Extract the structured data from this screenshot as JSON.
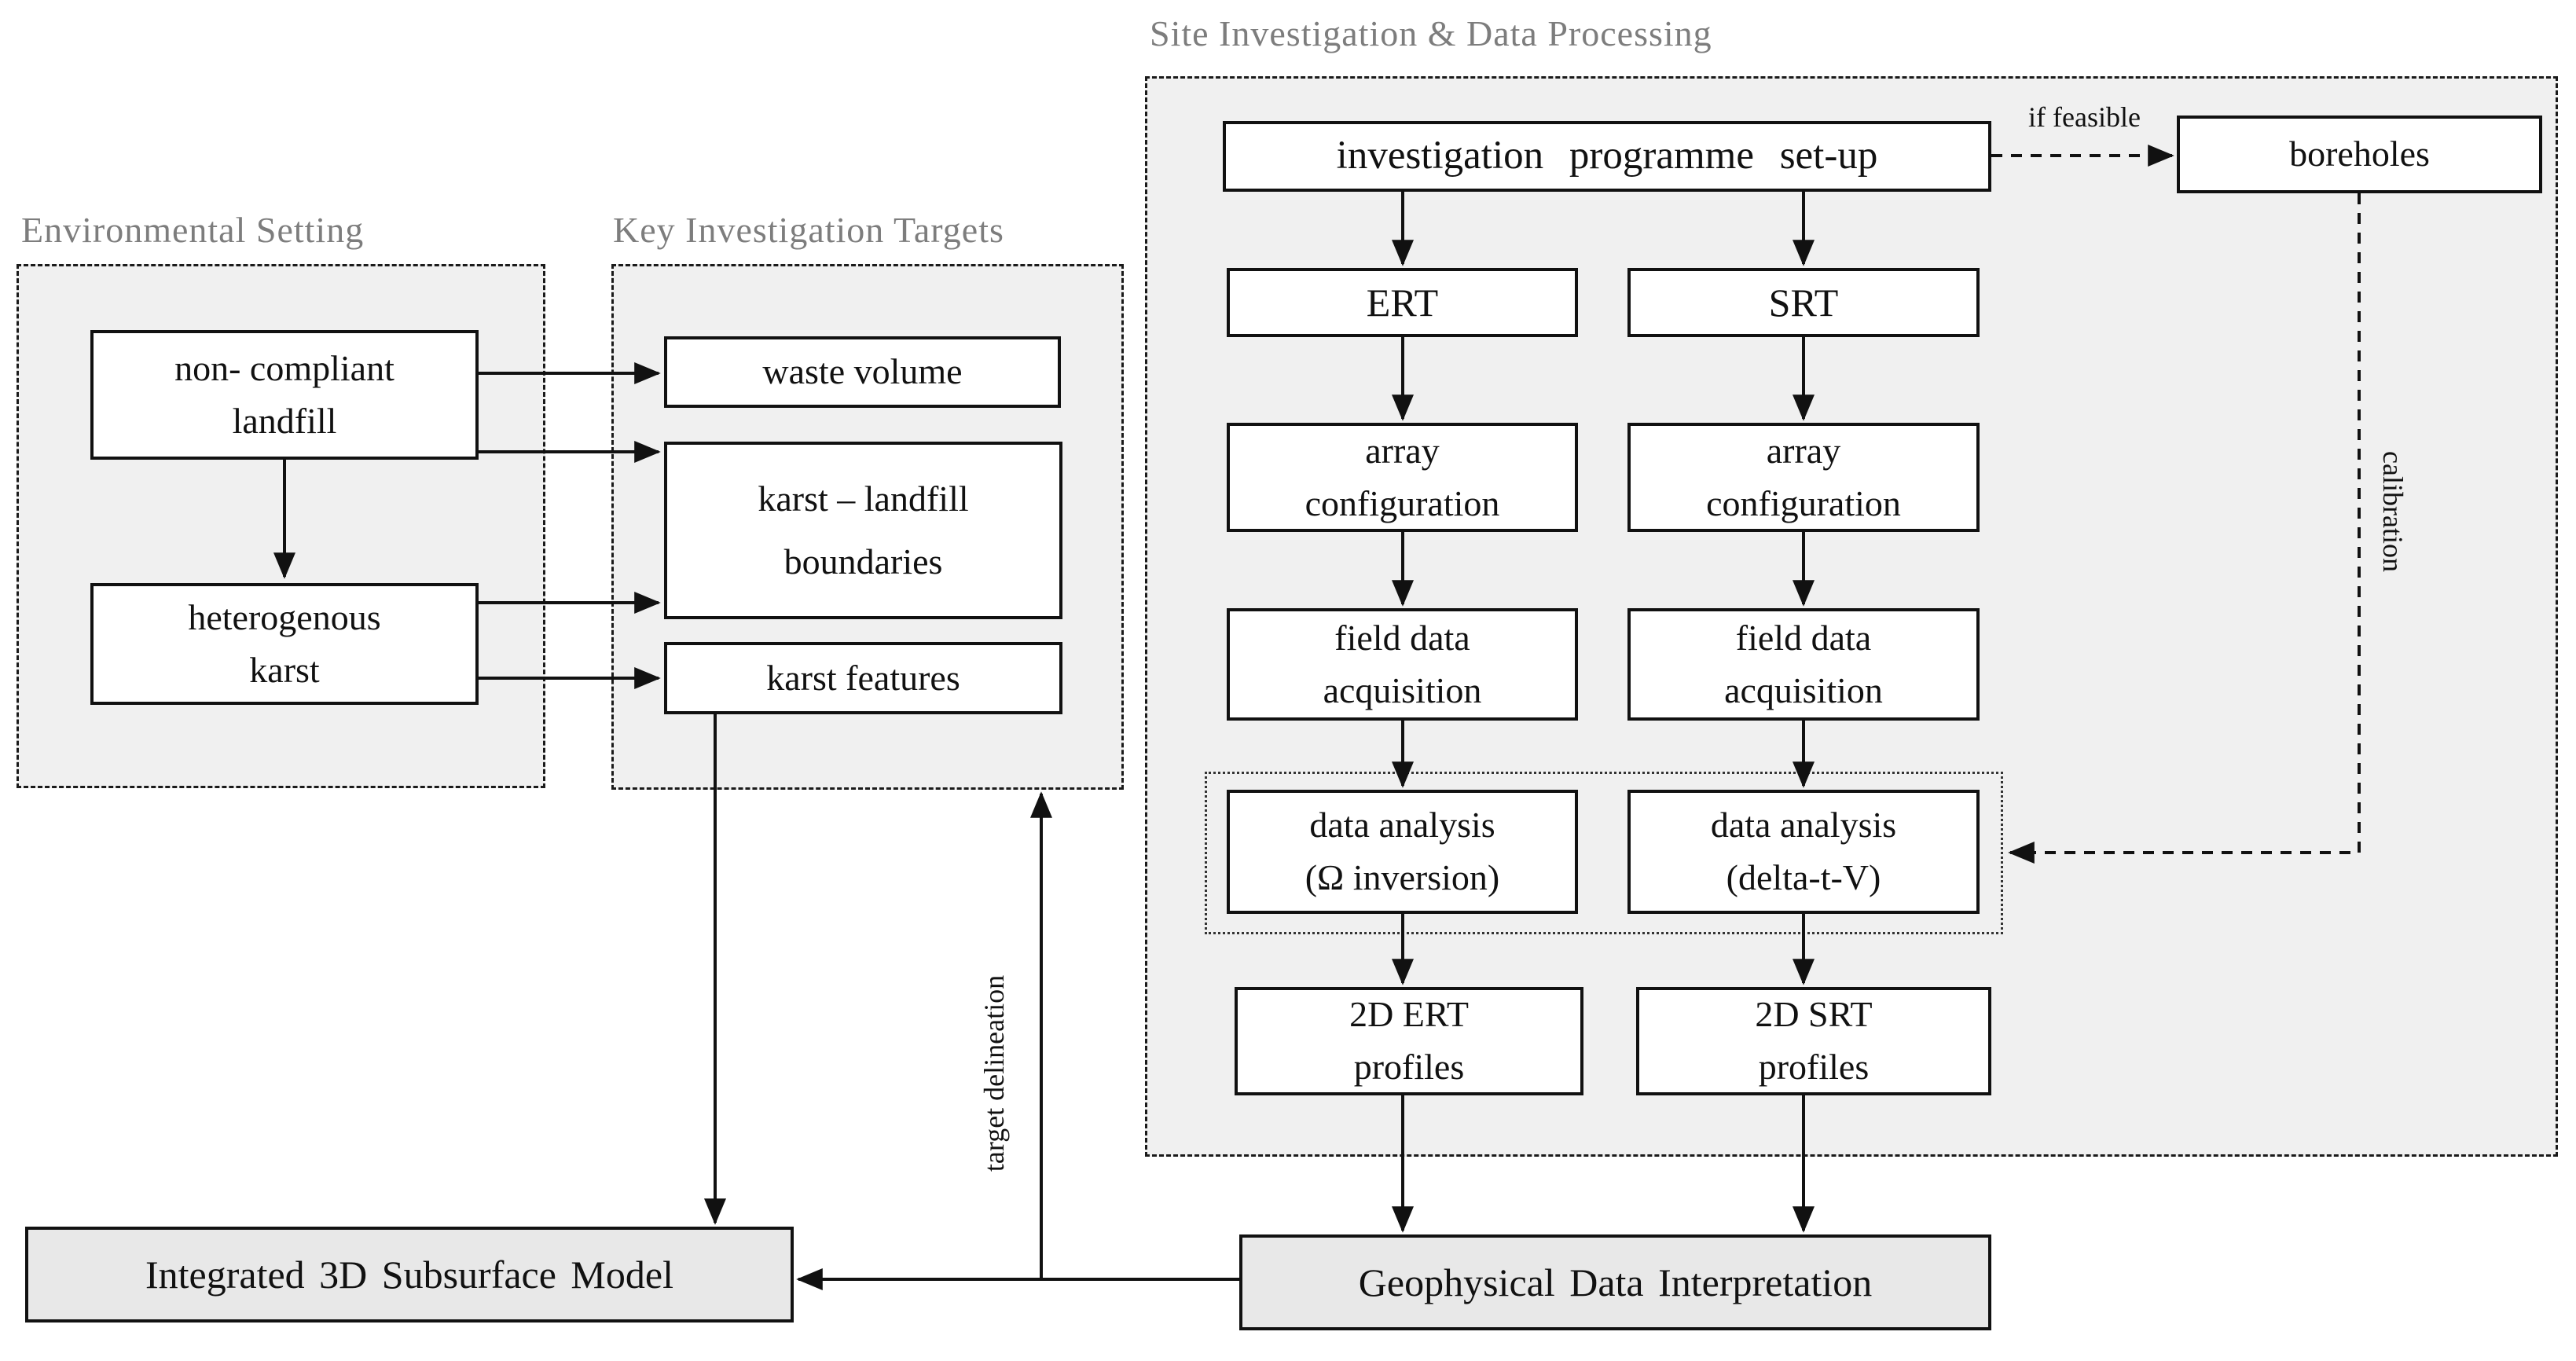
{
  "diagram": {
    "titles": {
      "environmental_setting": "Environmental Setting",
      "key_investigation_targets": "Key Investigation Targets",
      "site_investigation": "Site Investigation & Data Processing"
    },
    "nodes": {
      "non_compliant_landfill": "non- compliant\nlandfill",
      "heterogenous_karst": "heterogenous\nkarst",
      "waste_volume": "waste volume",
      "karst_landfill_boundaries": "karst – landfill\nboundaries",
      "karst_features": "karst features",
      "investigation_programme": "investigation programme set-up",
      "boreholes": "boreholes",
      "ert": "ERT",
      "srt": "SRT",
      "array_configuration_ert": "array\nconfiguration",
      "array_configuration_srt": "array\nconfiguration",
      "field_data_acquisition_ert": "field data\nacquisition",
      "field_data_acquisition_srt": "field data\nacquisition",
      "data_analysis_ert": "data analysis\n(Ω inversion)",
      "data_analysis_srt": "data analysis\n(delta-t-V)",
      "profiles_2d_ert": "2D ERT\nprofiles",
      "profiles_2d_srt": "2D SRT\nprofiles",
      "integrated_model": "Integrated 3D Subsurface Model",
      "geophysical_interpretation": "Geophysical Data Interpretation"
    },
    "edge_labels": {
      "if_feasible": "if feasible",
      "calibration": "calibration",
      "target_delineation": "target delineation"
    },
    "colors": {
      "page_background": "#ffffff",
      "container_fill": "#f0f0f0",
      "box_fill": "#ffffff",
      "summary_box_fill": "#e8e8e8",
      "border": "#111111",
      "heading_text": "#7d7d7d",
      "text": "#111111"
    }
  }
}
